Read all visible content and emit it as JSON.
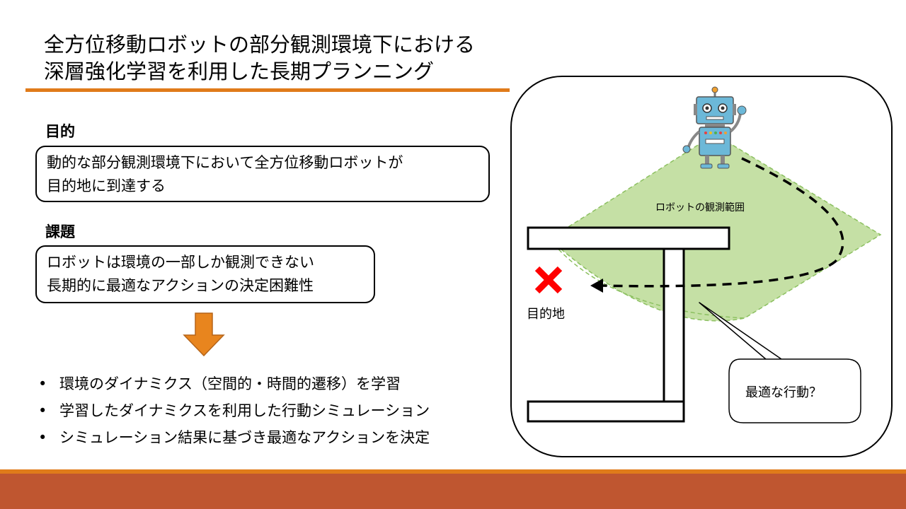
{
  "title": {
    "line1": "全方位移動ロボットの部分観測環境下における",
    "line2": "深層強化学習を利用した長期プランニング"
  },
  "purpose": {
    "heading": "目的",
    "line1": "動的な部分観測環境下において全方位移動ロボットが",
    "line2": "目的地に到達する"
  },
  "issue": {
    "heading": "課題",
    "line1": "ロボットは環境の一部しか観測できない",
    "line2": "長期的に最適なアクションの決定困難性"
  },
  "bullets": [
    "環境のダイナミクス（空間的・時間的遷移）を学習",
    "学習したダイナミクスを利用した行動シミュレーション",
    "シミュレーション結果に基づき最適なアクションを決定"
  ],
  "bullet_symbol": "•",
  "diagram": {
    "observation_label": "ロボットの観測範囲",
    "goal_label": "目的地",
    "callout_text": "最適な行動？",
    "colors": {
      "observation_fill": "#c5e0a5",
      "observation_stroke": "#8cc060",
      "goal_mark": "#ff0000",
      "accent": "#e07b1a",
      "footer": "#bf5630"
    }
  }
}
